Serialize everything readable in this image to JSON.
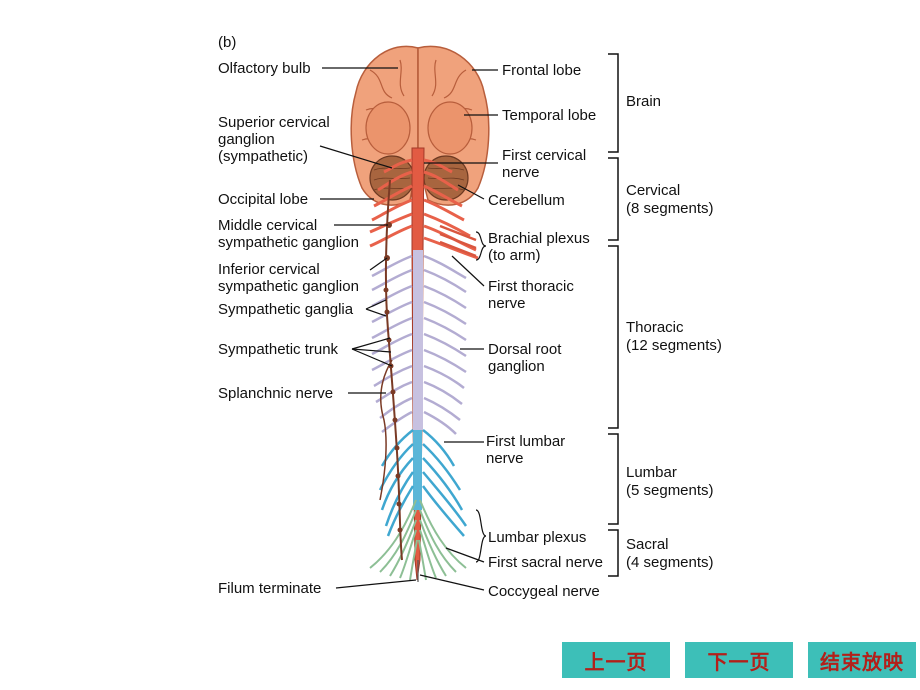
{
  "figure_label": "(b)",
  "left_labels": {
    "olfactory_bulb": "Olfactory bulb",
    "superior_cervical": [
      "Superior cervical",
      "ganglion",
      "(sympathetic)"
    ],
    "occipital_lobe": "Occipital lobe",
    "middle_cervical": [
      "Middle cervical",
      "sympathetic ganglion"
    ],
    "inferior_cervical": [
      "Inferior cervical",
      "sympathetic ganglion"
    ],
    "sympathetic_ganglia": "Sympathetic ganglia",
    "sympathetic_trunk": "Sympathetic trunk",
    "splanchnic_nerve": "Splanchnic nerve",
    "filum_terminate": "Filum terminate"
  },
  "right_labels": {
    "frontal_lobe": "Frontal lobe",
    "temporal_lobe": "Temporal lobe",
    "first_cervical_nerve": [
      "First cervical",
      "nerve"
    ],
    "cerebellum": "Cerebellum",
    "brachial_plexus": [
      "Brachial plexus",
      "(to arm)"
    ],
    "first_thoracic_nerve": [
      "First thoracic",
      "nerve"
    ],
    "dorsal_root_ganglion": [
      "Dorsal root",
      "ganglion"
    ],
    "first_lumbar_nerve": [
      "First lumbar",
      "nerve"
    ],
    "lumbar_plexus": "Lumbar plexus",
    "first_sacral_nerve": "First sacral nerve",
    "coccygeal_nerve": "Coccygeal nerve"
  },
  "regions": {
    "brain": [
      "Brain"
    ],
    "cervical": [
      "Cervical",
      "(8 segments)"
    ],
    "thoracic": [
      "Thoracic",
      "(12 segments)"
    ],
    "lumbar": [
      "Lumbar",
      "(5 segments)"
    ],
    "sacral": [
      "Sacral",
      "(4 segments)"
    ]
  },
  "nav": {
    "prev": "上一页",
    "next": "下一页",
    "end": "结束放映"
  },
  "colors": {
    "brain": "#f0a27c",
    "cervical_nerve": "#e8614a",
    "thoracic_nerve": "#b9b3d6",
    "lumbar_nerve": "#4fb3d6",
    "sacral_nerve": "#9dc9a0",
    "sympathetic": "#7a3a25",
    "button_bg": "#3dbfb8",
    "button_text": "#b3201a"
  }
}
